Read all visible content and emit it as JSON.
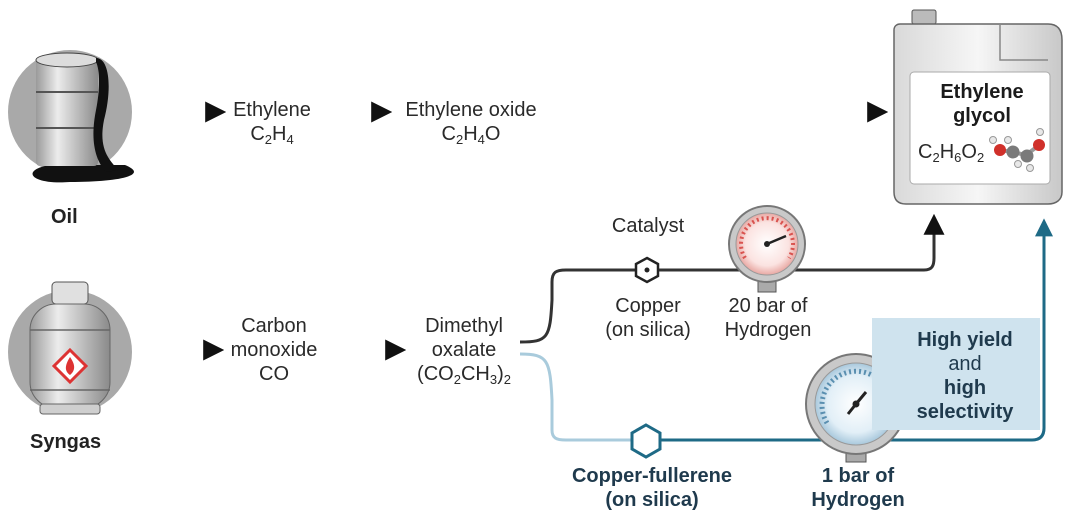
{
  "sources": {
    "oil": "Oil",
    "syngas": "Syngas"
  },
  "top_route": {
    "ethylene": {
      "name": "Ethylene",
      "formula": [
        "C",
        "2",
        "H",
        "4"
      ]
    },
    "ethylene_oxide": {
      "name": "Ethylene oxide",
      "formula": [
        "C",
        "2",
        "H",
        "4",
        "O"
      ]
    }
  },
  "bottom_route": {
    "carbon_monoxide": {
      "line1": "Carbon",
      "line2": "monoxide",
      "line3": "CO"
    },
    "dimethyl_oxalate": {
      "line1": "Dimethyl",
      "line2": "oxalate",
      "formula": [
        "(CO",
        "2",
        "CH",
        "3",
        ")",
        "2"
      ]
    }
  },
  "product": {
    "name_line1": "Ethylene",
    "name_line2": "glycol",
    "formula": [
      "C",
      "2",
      "H",
      "6",
      "O",
      "2"
    ]
  },
  "copper_path": {
    "catalyst_label": "Catalyst",
    "catalyst_name": "Copper",
    "support": "(on silica)",
    "pressure_value": "20 bar of",
    "pressure_gas": "Hydrogen"
  },
  "fullerene_path": {
    "catalyst_name": "Copper-fullerene",
    "support": "(on silica)",
    "pressure_value": "1 bar of",
    "pressure_gas": "Hydrogen"
  },
  "callout": {
    "line1": "High yield",
    "line2": "and",
    "line3": "high",
    "line4": "selectivity"
  },
  "colors": {
    "arrow": "#111111",
    "teal_path": "#1e6a86",
    "light_path": "#a9cbdc",
    "gray_path": "#555555",
    "callout_bg": "#cfe3ee",
    "red_gauge": "#d9534f",
    "blue_gauge": "#5a8fb0"
  }
}
